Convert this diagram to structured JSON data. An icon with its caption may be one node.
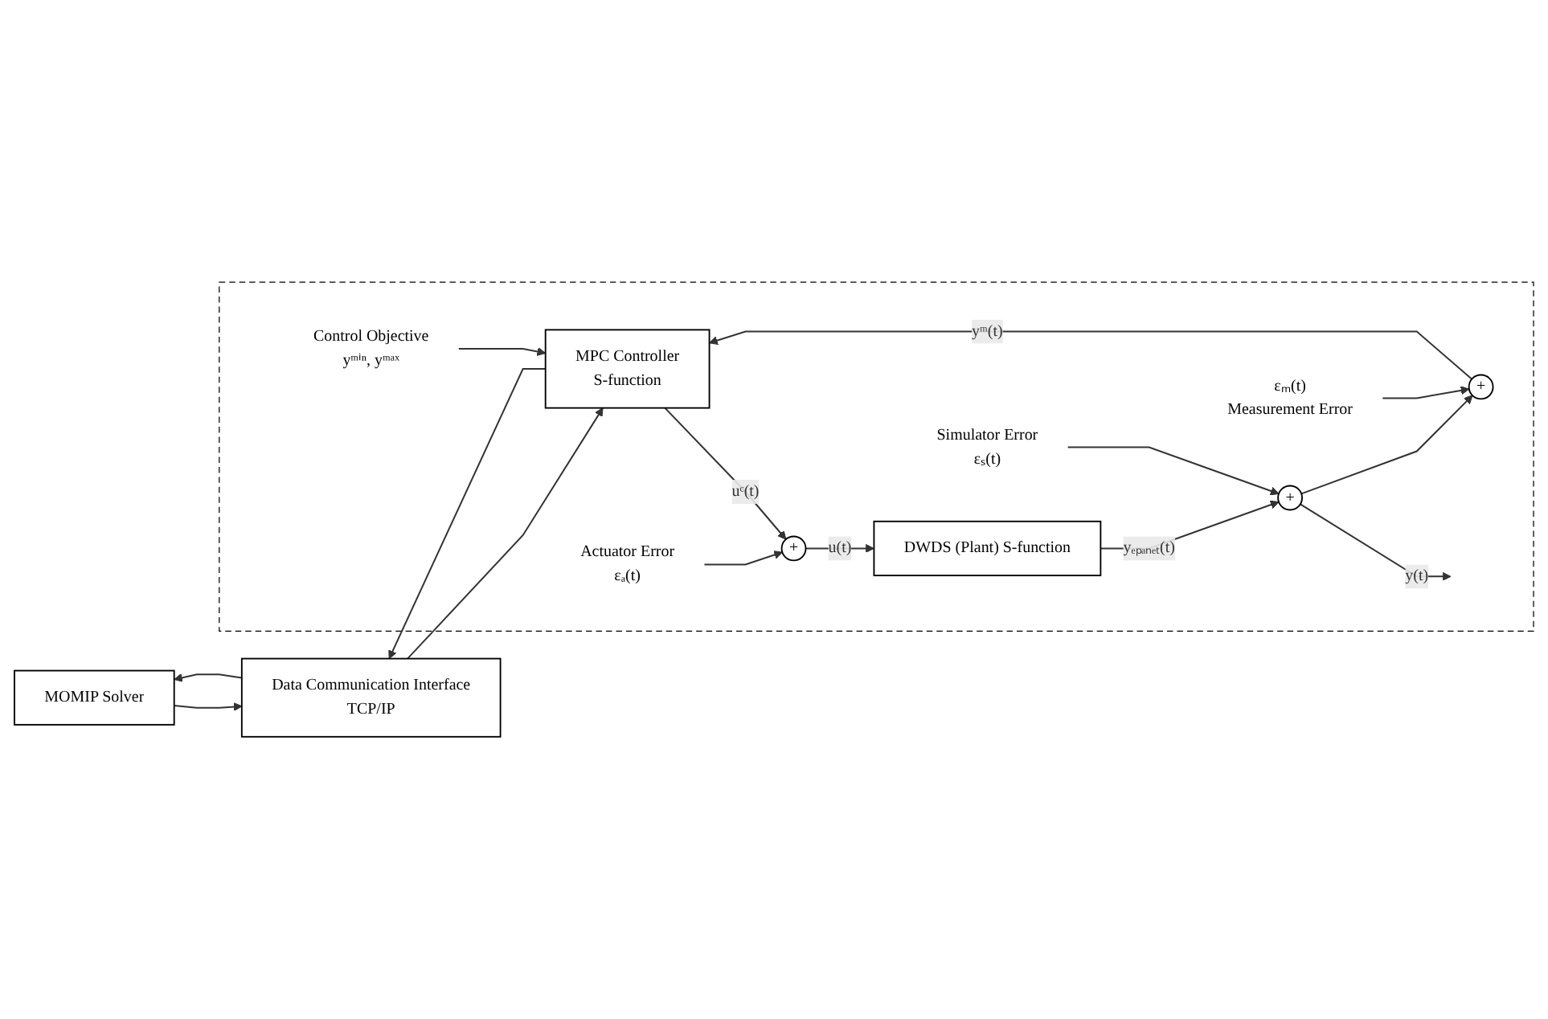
{
  "diagram": {
    "nodes": [
      {
        "text": [
          "MOMIP Solver"
        ]
      },
      {
        "text": [
          "Data Communication Interface",
          "TCP/IP"
        ]
      },
      {
        "text": [],
        "shape": "box"
      },
      {
        "text": [
          "MPC Controller",
          "S-function"
        ],
        "in": 2
      },
      {
        "text": [
          "Control Objective",
          "yᵐⁱⁿ, yᵐᵃˣ"
        ],
        "in": 2
      },
      {
        "text": [
          "+"
        ],
        "in": 2
      },
      {
        "text": [
          "Actuator Error",
          "εₐ(t)"
        ],
        "in": 2
      },
      {
        "text": [
          "DWDS (Plant) S-function"
        ],
        "in": 2
      },
      {
        "text": [
          "+"
        ],
        "in": 2
      },
      {
        "text": [
          "Simulator Error",
          "εₛ(t)"
        ],
        "in": 2
      },
      {
        "text": [
          "+"
        ],
        "in": 2
      },
      {
        "text": [
          "εₘ(t)",
          "Measurement Error"
        ],
        "in": 2
      }
    ],
    "edges": [
      {
        "from": 1,
        "to": 0,
        "arrow": "to"
      },
      {
        "from": 0,
        "to": 1,
        "arrow": "to"
      },
      {
        "from": 3,
        "to": 1,
        "arrow": "to"
      },
      {
        "from": 1,
        "to": 3,
        "arrow": "to"
      },
      {
        "from": 4,
        "to": 3,
        "arrow": "to"
      },
      {
        "from": 3,
        "to": 5,
        "arrow": "to",
        "label": "uᶜ(t)"
      },
      {
        "from": 6,
        "to": 5,
        "arrow": "to"
      },
      {
        "from": 5,
        "to": 7,
        "arrow": "to",
        "label": "u(t)"
      },
      {
        "from": 7,
        "to": 8,
        "arrow": "to",
        "label": "yₑₚₐₙₑₜ(t)"
      },
      {
        "from": 9,
        "to": 8,
        "arrow": "to"
      },
      {
        "from": 8,
        "to": null,
        "arrow": "to",
        "label": "y(t)"
      },
      {
        "from": 8,
        "to": 10,
        "arrow": "to"
      },
      {
        "from": 11,
        "to": 10,
        "arrow": "to"
      },
      {
        "from": 10,
        "to": 3,
        "arrow": "to",
        "label": "yᵐ(t)"
      }
    ]
  }
}
